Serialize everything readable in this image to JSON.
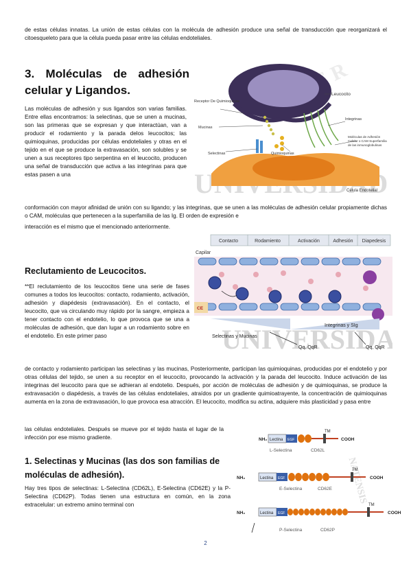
{
  "intro": "de estas células innatas. La unión de estas células con la molécula de adhesión produce una señal de transducción que reorganizará el citoesqueleto para que la célula pueda pasar entre las células endoteliales.",
  "section3": {
    "title": "3. Moléculas de adhesión celular y Ligandos.",
    "para_narrow": "Las moléculas de adhesión y sus ligandos son varias familias. Entre ellas encontramos: la selectinas, que se unen a mucinas, son las primeras que se expresan y que interactúan, van a producir el rodamiento y la parada delos leucocitos; las quimioquinas, producidas por células endoteliales y otras en el tejido en el que se produce la extravasación, son solubles y se unen a sus receptores tipo serpentina en el leucocito, producen una señal de transducción que activa a las integrinas para que estas pasen a una",
    "para_wide": "conformación con mayor afinidad de unión con su ligando; y las integrinas, que se unen a las moléculas de adhesión celular propiamente dichas o CAM, moléculas que pertenecen a la superfamilia de las Ig. El orden de expresión e",
    "para_end": "interacción es el mismo que el mencionado anteriormente."
  },
  "fig1": {
    "labels": {
      "receptor": "Receptor De Quimioquinas",
      "leucocito": "Leucocito",
      "mucinas": "Mucinas",
      "integrinas": "Integrinas",
      "cam": "Moléculas de Adhesión Celular o CAM Superfamilia de las inmunoglobulinas",
      "selectinas": "Selectinas",
      "quimioquinas": "Quimioquinas",
      "endotelial": "Célula Endotelial"
    },
    "watermark": "UNIVERSIDAD"
  },
  "section_recl": {
    "title": "Reclutamiento de Leucocitos.",
    "para_narrow": "**El reclutamiento de los leucocitos tiene una serie de fases comunes a todos los leucocitos: contacto, rodamiento, activación, adhesión y diapédesis (extravasación). En el contacto, el leucocito, que va circulando muy rápido por la sangre, empieza a tener contacto con el endotelio, lo que provoca que se una a moléculas de adhesión, que dan lugar a un rodamiento sobre en el endotelio. En este primer paso",
    "para_wide": "de contacto y rodamiento participan las selectinas y las mucinas, Posteriormente, participan las quimioquinas, producidas por el endotelio y por otras células del tejido, se unen a su receptor en el leucocito, provocando la activación y la parada del leucocito. Induce activación de las integrinas del leucocito para que se adhieran al endotelio. Después, por acción de moléculas de adhesión y de quimioquinas, se produce la extravasación o diapédesis, a través de las células endoteliales, atraídos por un gradiente quimioatrayente, la concentración de quimioquinas aumenta en la zona de extravasación, lo que provoca esa atracción. El leucocito, modifica su actina, adquiere más plasticidad y pasa entre",
    "para_end": "las células endoteliales. Después se mueve por el tejido hasta el lugar de la infección por ese mismo gradiente."
  },
  "fig2": {
    "phases": [
      "Contacto",
      "Rodamiento",
      "Activación",
      "Adhesión",
      "Diapedesis"
    ],
    "capilar": "Capilar",
    "ce": "CE",
    "selectinas_mucinas": "Selectinas y Mucinas",
    "integrinas_sig": "Integrinas y SIg",
    "qq1": "Qq, QqR",
    "qq2": "Qq, QqR",
    "watermark": "UNIVERSIDAD"
  },
  "section1": {
    "title": "1. Selectinas y Mucinas (las dos son familias de moléculas de adhesión).",
    "para": "Hay tres tipos de selectinas: L-Selectina (CD62L), E-Selectina (CD62E) y la P-Selectina (CD62P). Todas tienen una estructura en común, en la zona extracelular: un extremo amino terminal con"
  },
  "fig3": {
    "rows": [
      {
        "nh2": "NH₂",
        "lectina": "Lectina",
        "egf": "EGF",
        "tm": "TM",
        "cooh": "COOH",
        "name": "L-Selectina",
        "cd": "CD62L"
      },
      {
        "nh2": "NH₂",
        "lectina": "Lectina",
        "egf": "EGF",
        "tm": "TM",
        "cooh": "COOH",
        "name": "E-Selectina",
        "cd": "CD62E"
      },
      {
        "nh2": "NH₂",
        "lectina": "Lectina",
        "egf": "EGF",
        "tm": "TM",
        "cooh": "COOH",
        "name": "P-Selectina",
        "cd": "CD62P"
      }
    ],
    "watermark": "NATENSIS"
  },
  "page_number": "2"
}
